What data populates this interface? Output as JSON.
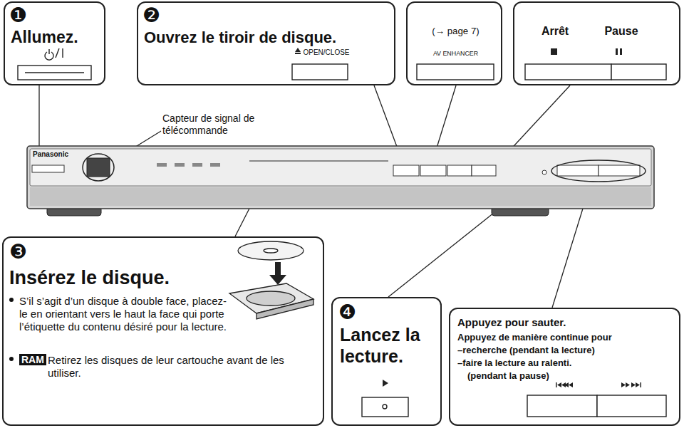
{
  "diagram": {
    "nodes": [
      {
        "text": [
          "❶",
          "Allumez."
        ]
      },
      {
        "text": [
          "❷",
          "Ouvrez le tiroir de disque.",
          "OPEN/CLOSE"
        ]
      },
      {
        "text": [
          "(→ page 7)",
          "AV ENHANCER"
        ]
      },
      {
        "text": [
          "Arrêt",
          "Pause"
        ]
      },
      {
        "text": [
          "❸",
          "Insérez le disque.",
          "S’il s’agit d’un disque à double face, placez-le en orientant vers le haut la face qui porte l’étiquette du contenu désiré pour la lecture.",
          "RAM",
          "Retirez les disques de leur cartouche avant de les utiliser."
        ]
      },
      {
        "text": [
          "❹",
          "Lancez la lecture."
        ]
      },
      {
        "text": [
          "Appuyez pour sauter.",
          "Appuyez de manière continue pour",
          "–recherche (pendant la lecture)",
          "–faire la lecture au ralenti.",
          "(pendant la pause)"
        ]
      }
    ],
    "labels": [
      "Capteur de signal de télécommande",
      "Panasonic"
    ]
  }
}
